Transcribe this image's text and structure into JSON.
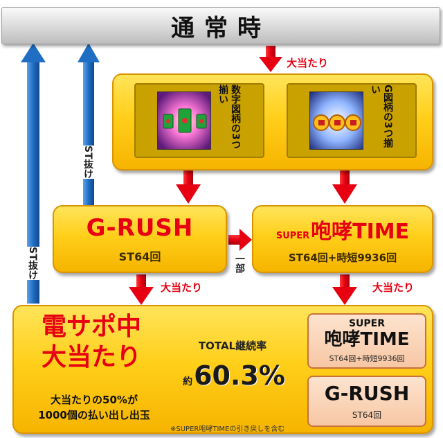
{
  "top": {
    "title": "通常時"
  },
  "labels": {
    "big_hit": "大当たり",
    "st_exit": "ST抜け",
    "partial": "一部"
  },
  "reels": {
    "number": "数字図柄の3つ揃い",
    "g": "G図柄の3つ揃い"
  },
  "grush_box": {
    "title": "G-RUSH",
    "sub": "ST64回"
  },
  "super_box": {
    "prefix": "SUPER",
    "title": "咆哮TIME",
    "sub": "ST64回+時短9936回"
  },
  "bottom": {
    "heading_line1": "電サポ中",
    "heading_line2": "大当たり",
    "desc_line1": "大当たりの50%が",
    "desc_line2": "1000個の払い出し出玉",
    "total_label": "TOTAL継続率",
    "approx": "約",
    "rate": "60.3%",
    "note": "※SUPER咆哮TIMEの引き戻しを含む",
    "right_super_prefix": "SUPER",
    "right_super_title": "咆哮TIME",
    "right_super_sub": "ST64回+時短9936回",
    "right_grush_title": "G-RUSH",
    "right_grush_sub": "ST64回"
  },
  "colors": {
    "arrow_red": "#e60012",
    "arrow_blue": "#1f6ec4",
    "box_yellow": "#ffcf1a",
    "title_red": "#e60012"
  }
}
